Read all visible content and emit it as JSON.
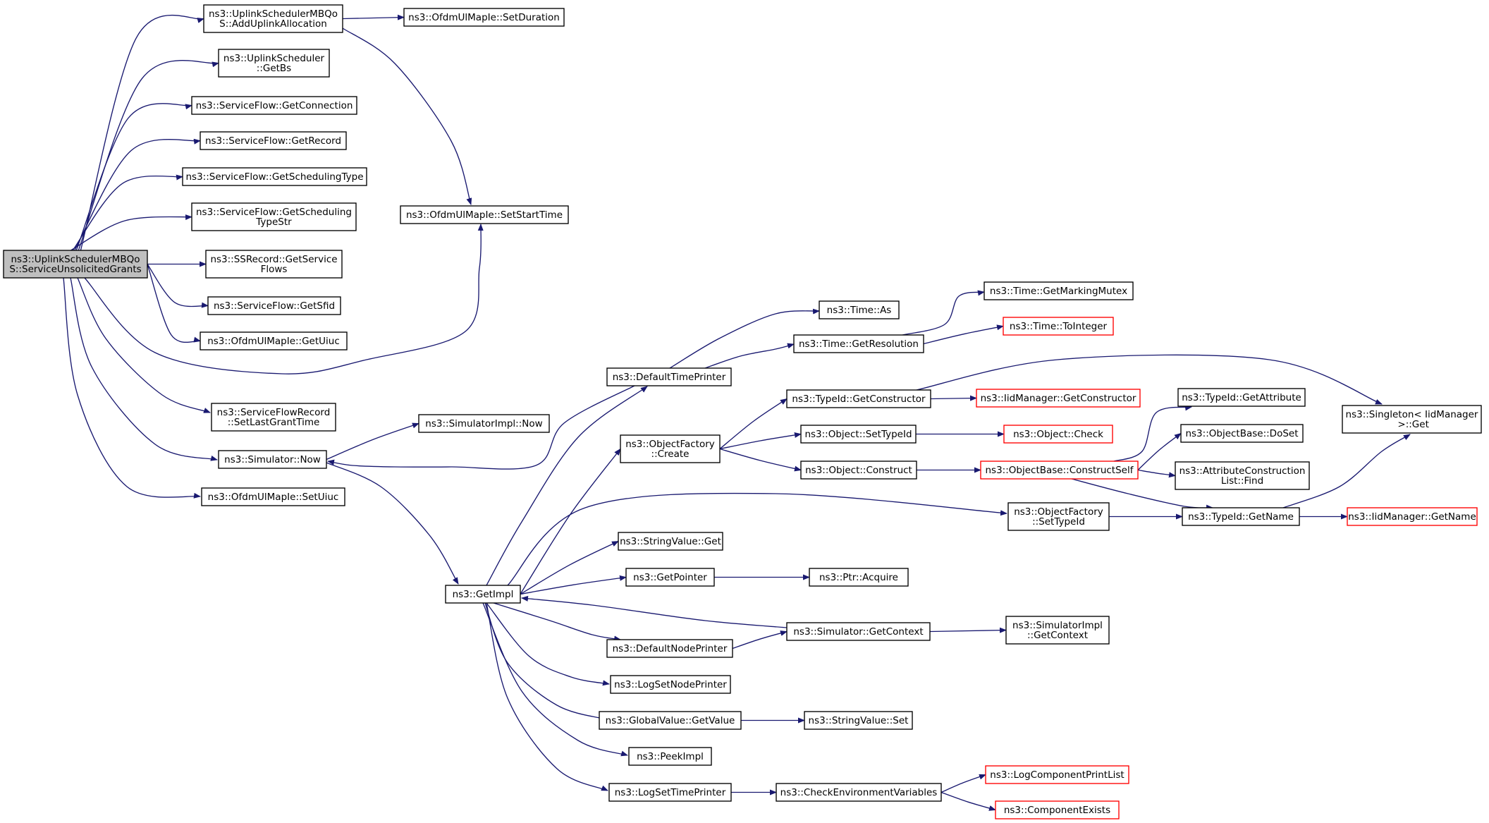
{
  "colors": {
    "edge": "#191970",
    "root_fill": "#bfbfbf",
    "node_fill": "#ffffff",
    "truncated_border": "#ff0000",
    "node_border": "#000000"
  },
  "nodes": [
    {
      "id": "root",
      "lines": [
        "ns3::UplinkSchedulerMBQo",
        "S::ServiceUnsolicitedGrants"
      ],
      "style": "root"
    },
    {
      "id": "add_ul",
      "lines": [
        "ns3::UplinkSchedulerMBQo",
        "S::AddUplinkAllocation"
      ]
    },
    {
      "id": "set_duration",
      "lines": [
        "ns3::OfdmUlMapIe::SetDuration"
      ]
    },
    {
      "id": "get_bs",
      "lines": [
        "ns3::UplinkScheduler",
        "::GetBs"
      ]
    },
    {
      "id": "sf_getconn",
      "lines": [
        "ns3::ServiceFlow::GetConnection"
      ]
    },
    {
      "id": "sf_getrecord",
      "lines": [
        "ns3::ServiceFlow::GetRecord"
      ]
    },
    {
      "id": "sf_getschedtype",
      "lines": [
        "ns3::ServiceFlow::GetSchedulingType"
      ]
    },
    {
      "id": "sf_getschedtypestr",
      "lines": [
        "ns3::ServiceFlow::GetScheduling",
        "TypeStr"
      ]
    },
    {
      "id": "set_start_time",
      "lines": [
        "ns3::OfdmUlMapIe::SetStartTime"
      ]
    },
    {
      "id": "ssrecord_getsf",
      "lines": [
        "ns3::SSRecord::GetService",
        "Flows"
      ]
    },
    {
      "id": "sf_getsfid",
      "lines": [
        "ns3::ServiceFlow::GetSfid"
      ]
    },
    {
      "id": "getuiuc",
      "lines": [
        "ns3::OfdmUlMapIe::GetUiuc"
      ]
    },
    {
      "id": "sfr_setlast",
      "lines": [
        "ns3::ServiceFlowRecord",
        "::SetLastGrantTime"
      ]
    },
    {
      "id": "sim_now",
      "lines": [
        "ns3::Simulator::Now"
      ]
    },
    {
      "id": "simimpl_now",
      "lines": [
        "ns3::SimulatorImpl::Now"
      ]
    },
    {
      "id": "setuiuc",
      "lines": [
        "ns3::OfdmUlMapIe::SetUiuc"
      ]
    },
    {
      "id": "getimpl",
      "lines": [
        "ns3::GetImpl"
      ]
    },
    {
      "id": "default_time_printer",
      "lines": [
        "ns3::DefaultTimePrinter"
      ]
    },
    {
      "id": "time_as",
      "lines": [
        "ns3::Time::As"
      ]
    },
    {
      "id": "time_getres",
      "lines": [
        "ns3::Time::GetResolution"
      ]
    },
    {
      "id": "time_getmarking",
      "lines": [
        "ns3::Time::GetMarkingMutex"
      ]
    },
    {
      "id": "time_tointeger",
      "lines": [
        "ns3::Time::ToInteger"
      ],
      "style": "trunc"
    },
    {
      "id": "objfactory_create",
      "lines": [
        "ns3::ObjectFactory",
        "::Create"
      ]
    },
    {
      "id": "typeid_getctor",
      "lines": [
        "ns3::TypeId::GetConstructor"
      ]
    },
    {
      "id": "iid_getctor",
      "lines": [
        "ns3::IidManager::GetConstructor"
      ],
      "style": "trunc"
    },
    {
      "id": "obj_settypeid",
      "lines": [
        "ns3::Object::SetTypeId"
      ]
    },
    {
      "id": "obj_check",
      "lines": [
        "ns3::Object::Check"
      ],
      "style": "trunc"
    },
    {
      "id": "obj_construct",
      "lines": [
        "ns3::Object::Construct"
      ]
    },
    {
      "id": "objbase_constructself",
      "lines": [
        "ns3::ObjectBase::ConstructSelf"
      ],
      "style": "trunc"
    },
    {
      "id": "typeid_getattr",
      "lines": [
        "ns3::TypeId::GetAttribute"
      ]
    },
    {
      "id": "objbase_doset",
      "lines": [
        "ns3::ObjectBase::DoSet"
      ]
    },
    {
      "id": "attr_find",
      "lines": [
        "ns3::AttributeConstruction",
        "List::Find"
      ]
    },
    {
      "id": "singleton_get",
      "lines": [
        "ns3::Singleton< IidManager",
        " >::Get"
      ]
    },
    {
      "id": "objfactory_settypeid",
      "lines": [
        "ns3::ObjectFactory",
        "::SetTypeId"
      ]
    },
    {
      "id": "typeid_getname",
      "lines": [
        "ns3::TypeId::GetName"
      ]
    },
    {
      "id": "iid_getname",
      "lines": [
        "ns3::IidManager::GetName"
      ],
      "style": "trunc"
    },
    {
      "id": "stringvalue_get",
      "lines": [
        "ns3::StringValue::Get"
      ]
    },
    {
      "id": "getpointer",
      "lines": [
        "ns3::GetPointer"
      ]
    },
    {
      "id": "ptr_acquire",
      "lines": [
        "ns3::Ptr::Acquire"
      ]
    },
    {
      "id": "sim_getcontext",
      "lines": [
        "ns3::Simulator::GetContext"
      ]
    },
    {
      "id": "simimpl_getcontext",
      "lines": [
        "ns3::SimulatorImpl",
        "::GetContext"
      ]
    },
    {
      "id": "default_node_printer",
      "lines": [
        "ns3::DefaultNodePrinter"
      ]
    },
    {
      "id": "log_setnodeprinter",
      "lines": [
        "ns3::LogSetNodePrinter"
      ]
    },
    {
      "id": "gv_getvalue",
      "lines": [
        "ns3::GlobalValue::GetValue"
      ]
    },
    {
      "id": "stringvalue_set",
      "lines": [
        "ns3::StringValue::Set"
      ]
    },
    {
      "id": "peekimpl",
      "lines": [
        "ns3::PeekImpl"
      ]
    },
    {
      "id": "log_settimeprinter",
      "lines": [
        "ns3::LogSetTimePrinter"
      ]
    },
    {
      "id": "check_env",
      "lines": [
        "ns3::CheckEnvironmentVariables"
      ]
    },
    {
      "id": "log_printlist",
      "lines": [
        "ns3::LogComponentPrintList"
      ],
      "style": "trunc"
    },
    {
      "id": "comp_exists",
      "lines": [
        "ns3::ComponentExists"
      ],
      "style": "trunc"
    }
  ],
  "edges": [
    {
      "from": "root",
      "to": "add_ul"
    },
    {
      "from": "root",
      "to": "get_bs"
    },
    {
      "from": "root",
      "to": "sf_getconn"
    },
    {
      "from": "root",
      "to": "sf_getrecord"
    },
    {
      "from": "root",
      "to": "sf_getschedtype"
    },
    {
      "from": "root",
      "to": "sf_getschedtypestr"
    },
    {
      "from": "root",
      "to": "ssrecord_getsf"
    },
    {
      "from": "root",
      "to": "sf_getsfid"
    },
    {
      "from": "root",
      "to": "getuiuc"
    },
    {
      "from": "root",
      "to": "set_start_time"
    },
    {
      "from": "root",
      "to": "sfr_setlast"
    },
    {
      "from": "root",
      "to": "sim_now"
    },
    {
      "from": "root",
      "to": "setuiuc"
    },
    {
      "from": "add_ul",
      "to": "set_duration"
    },
    {
      "from": "add_ul",
      "to": "set_start_time"
    },
    {
      "from": "sim_now",
      "to": "simimpl_now"
    },
    {
      "from": "sim_now",
      "to": "getimpl"
    },
    {
      "from": "default_time_printer",
      "to": "sim_now"
    },
    {
      "from": "default_time_printer",
      "to": "time_as"
    },
    {
      "from": "default_time_printer",
      "to": "time_getres"
    },
    {
      "from": "time_getres",
      "to": "time_getmarking"
    },
    {
      "from": "time_getres",
      "to": "time_tointeger"
    },
    {
      "from": "getimpl",
      "to": "default_time_printer"
    },
    {
      "from": "getimpl",
      "to": "objfactory_create"
    },
    {
      "from": "getimpl",
      "to": "objfactory_settypeid"
    },
    {
      "from": "getimpl",
      "to": "stringvalue_get"
    },
    {
      "from": "getimpl",
      "to": "getpointer"
    },
    {
      "from": "getimpl",
      "to": "default_node_printer"
    },
    {
      "from": "getimpl",
      "to": "log_setnodeprinter"
    },
    {
      "from": "getimpl",
      "to": "gv_getvalue"
    },
    {
      "from": "getimpl",
      "to": "peekimpl"
    },
    {
      "from": "getimpl",
      "to": "log_settimeprinter"
    },
    {
      "from": "objfactory_create",
      "to": "typeid_getctor"
    },
    {
      "from": "objfactory_create",
      "to": "obj_settypeid"
    },
    {
      "from": "objfactory_create",
      "to": "obj_construct"
    },
    {
      "from": "typeid_getctor",
      "to": "iid_getctor"
    },
    {
      "from": "typeid_getctor",
      "to": "singleton_get"
    },
    {
      "from": "obj_settypeid",
      "to": "obj_check"
    },
    {
      "from": "obj_construct",
      "to": "objbase_constructself"
    },
    {
      "from": "objbase_constructself",
      "to": "typeid_getattr"
    },
    {
      "from": "objbase_constructself",
      "to": "objbase_doset"
    },
    {
      "from": "objbase_constructself",
      "to": "attr_find"
    },
    {
      "from": "objbase_constructself",
      "to": "typeid_getname"
    },
    {
      "from": "objfactory_settypeid",
      "to": "typeid_getname"
    },
    {
      "from": "typeid_getname",
      "to": "singleton_get"
    },
    {
      "from": "typeid_getname",
      "to": "iid_getname"
    },
    {
      "from": "getpointer",
      "to": "ptr_acquire"
    },
    {
      "from": "sim_getcontext",
      "to": "getimpl"
    },
    {
      "from": "sim_getcontext",
      "to": "simimpl_getcontext"
    },
    {
      "from": "default_node_printer",
      "to": "sim_getcontext"
    },
    {
      "from": "gv_getvalue",
      "to": "stringvalue_set"
    },
    {
      "from": "log_settimeprinter",
      "to": "check_env"
    },
    {
      "from": "check_env",
      "to": "log_printlist"
    },
    {
      "from": "check_env",
      "to": "comp_exists"
    }
  ]
}
